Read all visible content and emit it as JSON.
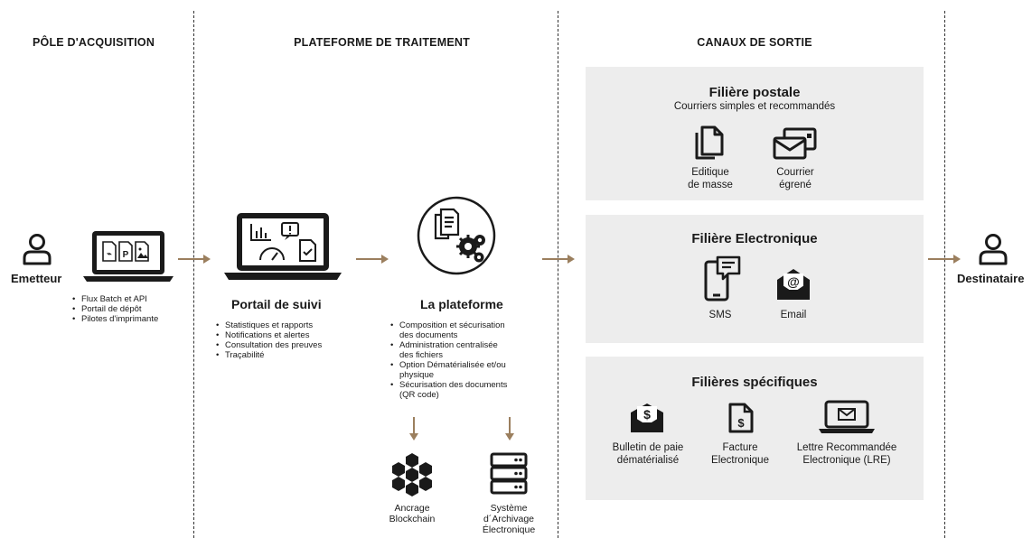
{
  "columns": {
    "acquisition": "PÔLE D'ACQUISITION",
    "processing": "PLATEFORME DE TRAITEMENT",
    "output": "CANAUX DE SORTIE"
  },
  "emitter": {
    "label": "Emetteur",
    "bullets": [
      "Flux Batch et API",
      "Portail de dépôt",
      "Pilotes d'imprimante"
    ]
  },
  "portal": {
    "title": "Portail de suivi",
    "bullets": [
      "Statistiques et rapports",
      "Notifications et alertes",
      "Consultation des preuves",
      "Traçabilité"
    ]
  },
  "platform": {
    "title": "La plateforme",
    "bullets": [
      [
        "Composition et sécurisation",
        "des documents"
      ],
      [
        "Administration centralisée",
        "des fichiers"
      ],
      [
        "Option Dématérialisée et/ou",
        "physique"
      ],
      [
        "Sécurisation des documents",
        "(QR code)"
      ]
    ],
    "blockchain": [
      "Ancrage",
      "Blockchain"
    ],
    "archive": [
      "Système",
      "d´Archivage",
      "Électronique"
    ]
  },
  "postal": {
    "title": "Filière postale",
    "subtitle": "Courriers simples et recommandés",
    "items": [
      [
        "Editique",
        "de masse"
      ],
      [
        "Courrier",
        "égrené"
      ]
    ]
  },
  "electronic": {
    "title": "Filière Electronique",
    "items": [
      "SMS",
      "Email"
    ]
  },
  "specific": {
    "title": "Filières spécifiques",
    "items": [
      [
        "Bulletin de paie",
        "dématérialisé"
      ],
      [
        "Facture",
        "Electronique"
      ],
      [
        "Lettre Recommandée",
        "Electronique (LRE)"
      ]
    ]
  },
  "recipient": {
    "label": "Destinataire"
  },
  "colors": {
    "accent": "#9b7f5e",
    "panel": "#ededed",
    "ink": "#1a1a1a"
  },
  "icons": [
    "person-icon",
    "laptop-documents-icon",
    "laptop-dashboard-icon",
    "platform-gears-icon",
    "blockchain-cubes-icon",
    "server-stack-icon",
    "documents-copy-icon",
    "mail-envelope-icon",
    "smartphone-message-icon",
    "envelope-at-icon",
    "pay-envelope-icon",
    "invoice-icon",
    "laptop-mail-icon"
  ]
}
